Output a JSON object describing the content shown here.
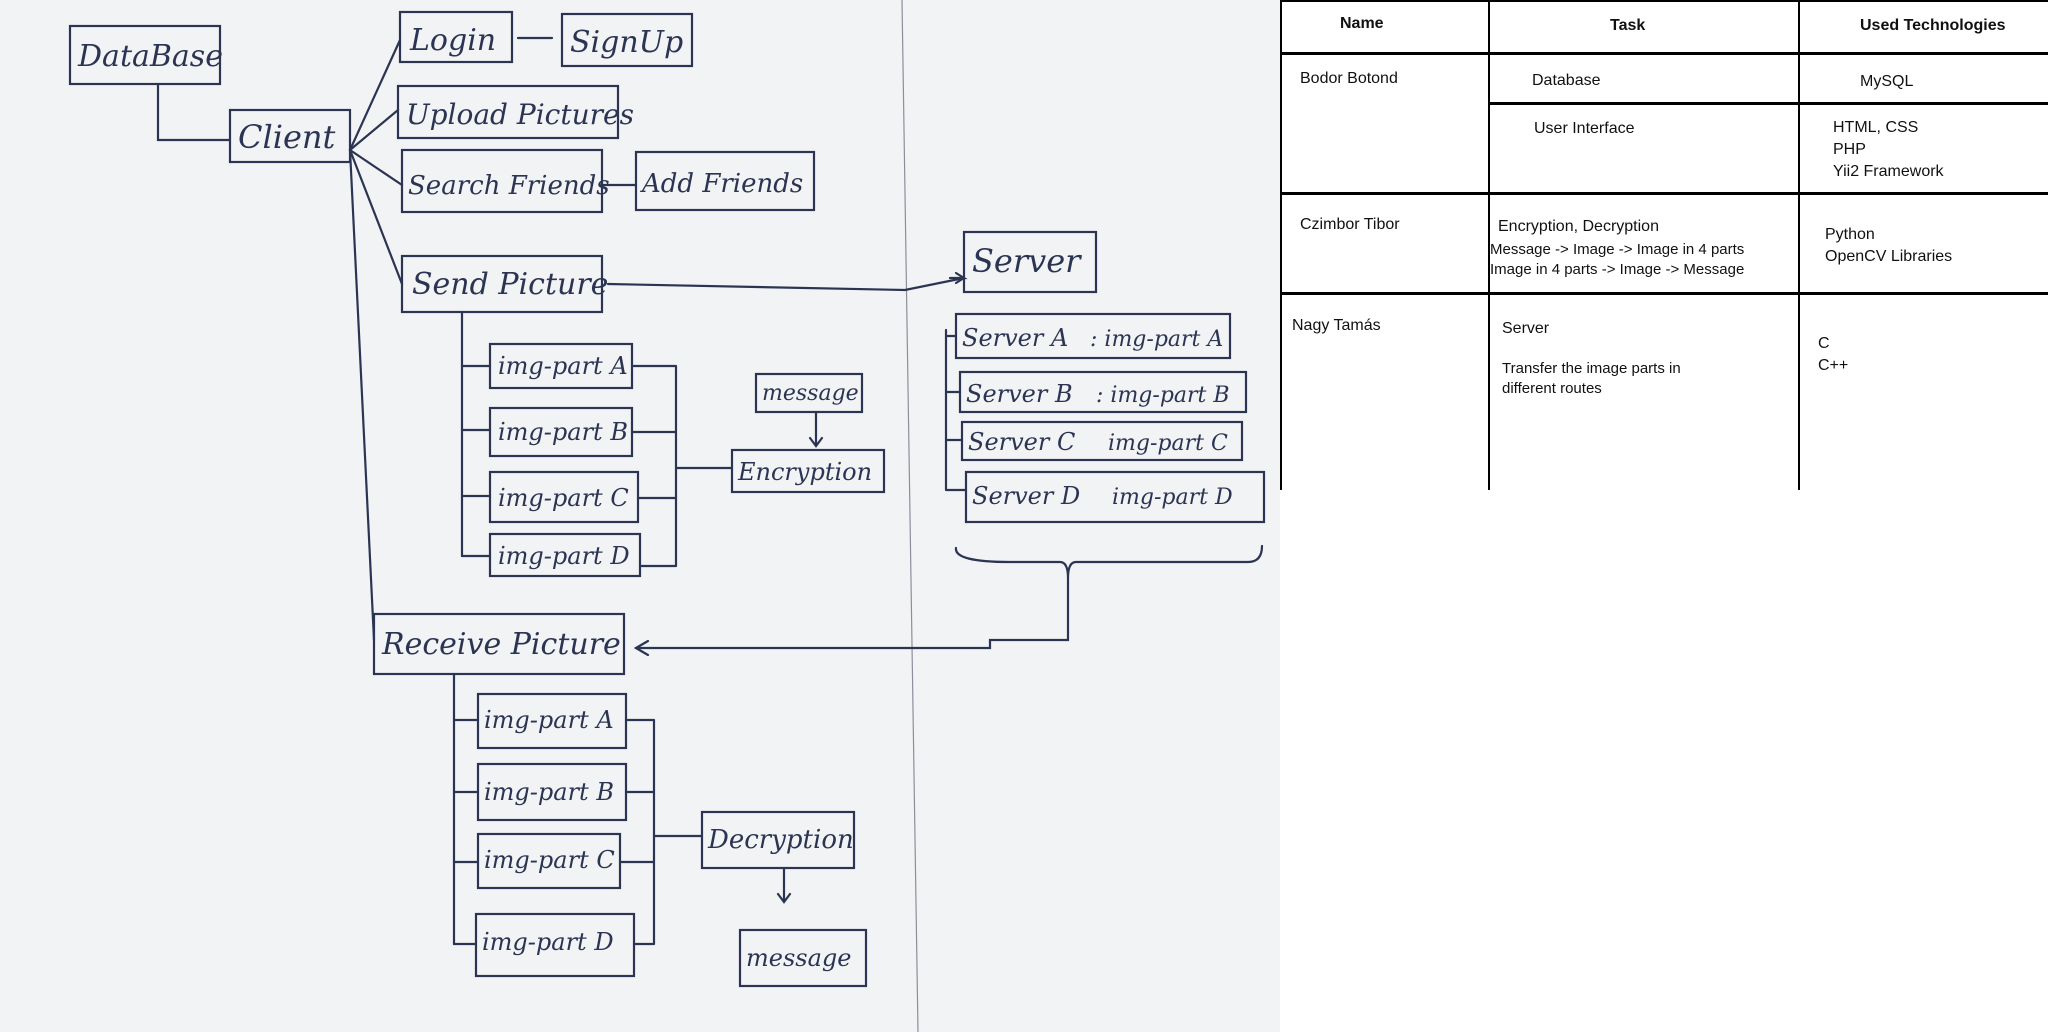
{
  "sketch": {
    "nodes": {
      "database": "DataBase",
      "client": "Client",
      "login": "Login",
      "signup": "SignUp",
      "upload": "Upload Pictures",
      "search": "Search Friends",
      "add_friends": "Add Friends",
      "send_picture": "Send Picture",
      "server": "Server",
      "send_parts": [
        "img-part A",
        "img-part B",
        "img-part C",
        "img-part D"
      ],
      "message_in": "message",
      "encryption": "Encryption",
      "servers": [
        {
          "name": "Server A",
          "part": ": img-part A"
        },
        {
          "name": "Server B",
          "part": ": img-part B"
        },
        {
          "name": "Server C",
          "part": "img-part C"
        },
        {
          "name": "Server D",
          "part": "img-part D"
        }
      ],
      "receive_picture": "Receive Picture",
      "receive_parts": [
        "img-part A",
        "img-part B",
        "img-part C",
        "img-part D"
      ],
      "decryption": "Decryption",
      "message_out": "message"
    },
    "ink_color": "#2b3553",
    "paper_color": "#f2f3f5"
  },
  "table": {
    "headers": {
      "name": "Name",
      "task": "Task",
      "tech": "Used Technologies"
    },
    "rows": [
      {
        "name": "Bodor Botond",
        "tasks": [
          {
            "task": "Database",
            "tech": [
              "MySQL"
            ]
          },
          {
            "task": "User Interface",
            "tech": [
              "HTML, CSS",
              "PHP",
              "Yii2 Framework"
            ]
          }
        ]
      },
      {
        "name": "Czimbor Tibor",
        "task_title": "Encryption, Decryption",
        "task_lines": [
          "Message -> Image -> Image in 4 parts",
          "Image in 4 parts -> Image -> Message"
        ],
        "tech": [
          "Python",
          "OpenCV Libraries"
        ]
      },
      {
        "name": "Nagy Tamás",
        "task_title": "Server",
        "task_lines": [
          "Transfer the image parts in",
          "different routes"
        ],
        "tech": [
          "C",
          "C++"
        ]
      }
    ]
  }
}
